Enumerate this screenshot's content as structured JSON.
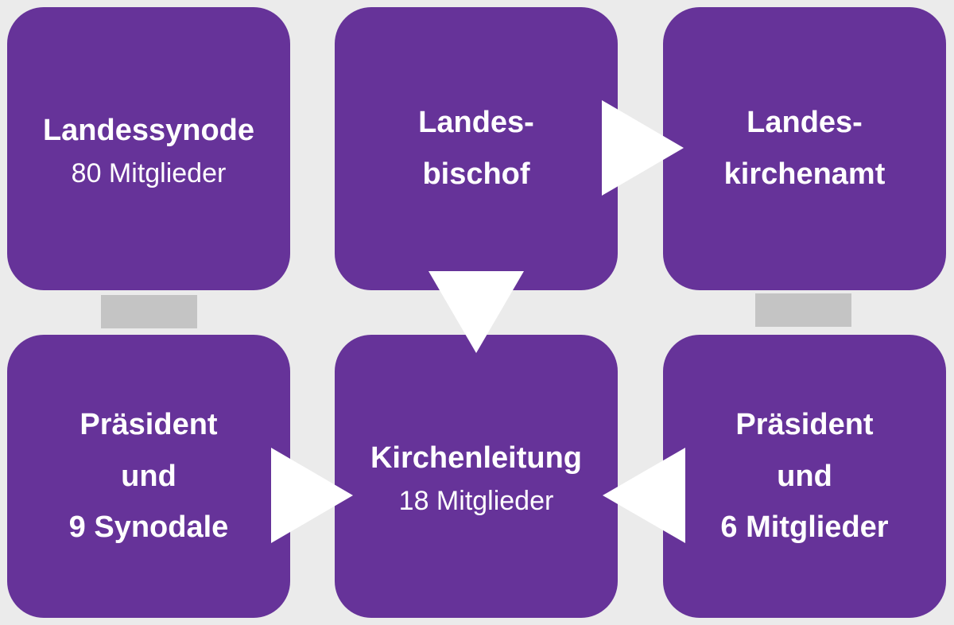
{
  "colors": {
    "background": "#ebebeb",
    "box": "#663399",
    "text": "#ffffff",
    "connector": "#c4c4c4",
    "arrow": "#ffffff"
  },
  "boxes": {
    "landessynode": {
      "title_lines": [
        "Landessynode"
      ],
      "subtitle": "80 Mitglieder"
    },
    "landesbischof": {
      "title_lines": [
        "Landes-",
        "bischof"
      ]
    },
    "landeskirchenamt": {
      "title_lines": [
        "Landes-",
        "kirchenamt"
      ]
    },
    "praesident_synode": {
      "title_lines": [
        "Präsident",
        "und",
        "9 Synodale"
      ]
    },
    "kirchenleitung": {
      "title_lines": [
        "Kirchenleitung"
      ],
      "subtitle": "18 Mitglieder"
    },
    "praesident_amt": {
      "title_lines": [
        "Präsident",
        "und",
        "6 Mitglieder"
      ]
    }
  },
  "arrows": [
    {
      "from": "landesbischof",
      "to": "landeskirchenamt",
      "direction": "right"
    },
    {
      "from": "landesbischof",
      "to": "kirchenleitung",
      "direction": "down"
    },
    {
      "from": "praesident_synode",
      "to": "kirchenleitung",
      "direction": "right"
    },
    {
      "from": "praesident_amt",
      "to": "kirchenleitung",
      "direction": "left"
    }
  ],
  "connectors": [
    {
      "from": "landessynode",
      "to": "praesident_synode"
    },
    {
      "from": "landeskirchenamt",
      "to": "praesident_amt"
    }
  ]
}
